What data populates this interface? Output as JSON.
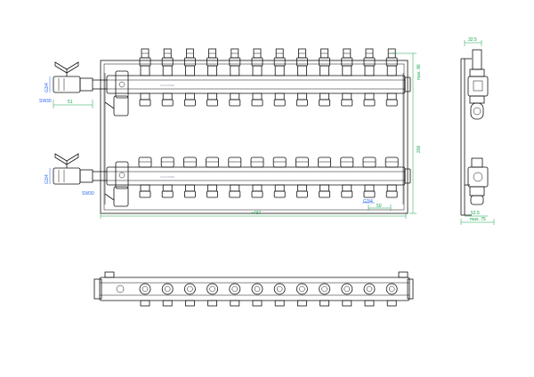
{
  "colors": {
    "line": "#111111",
    "dim_green": "#16a34a",
    "dim_blue": "#2563eb",
    "marking": "#9ca3af"
  },
  "outlet_count": 12,
  "dims": {
    "pipe_size_top": "G3/4",
    "pipe_size_bottom": "G3/4",
    "width_51": "51",
    "sw_top": "SW30",
    "sw_bottom": "SW30",
    "top_offset": "max. 86",
    "height_200": "200",
    "outlet_thread": "G3/4",
    "outlet_pitch": "50",
    "total_length": "~497",
    "side_depth_top": "32.5",
    "side_depth_bottom": "52.5",
    "side_max": "max. 75"
  },
  "marking_text": "SCHLÖSSER"
}
